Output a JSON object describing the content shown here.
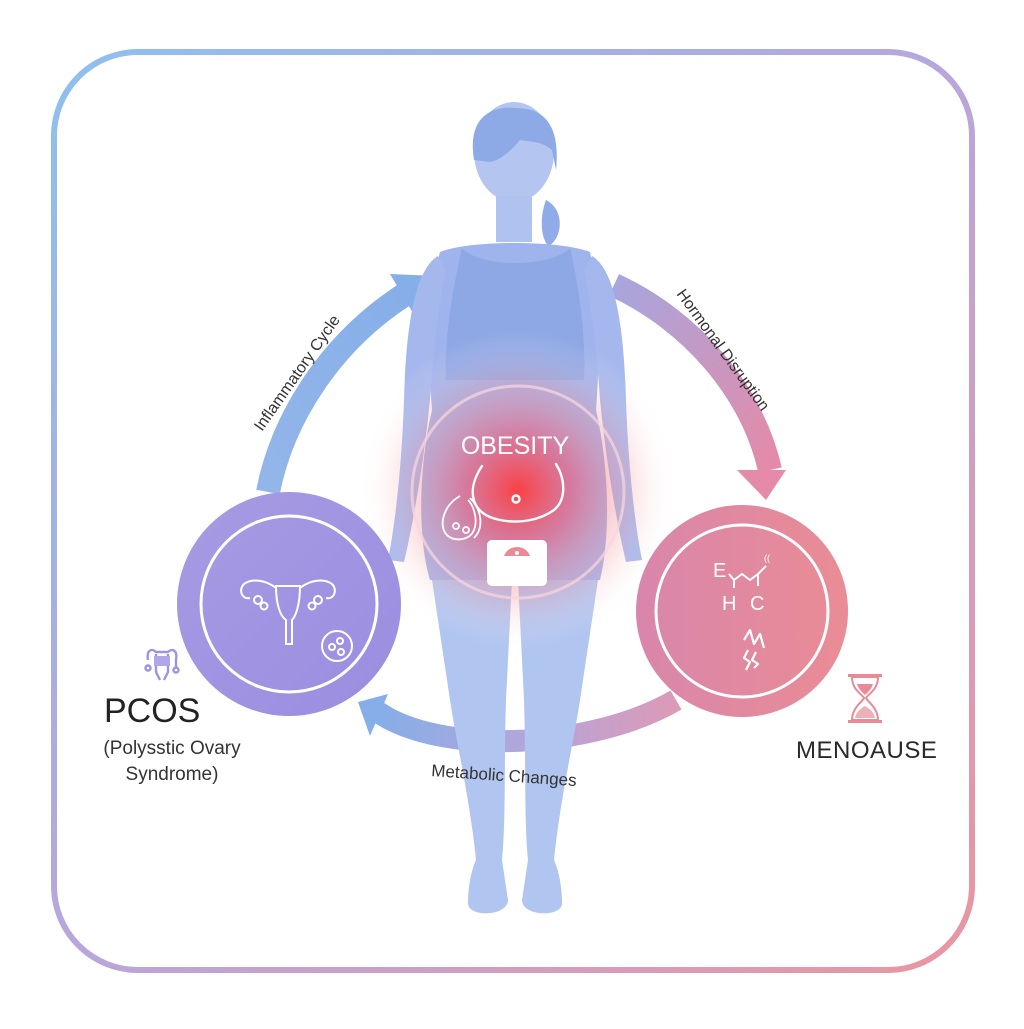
{
  "title": "Obesity, PCOS and Menopause Cycle",
  "center": {
    "label": "OBESITY",
    "icons": [
      "belly-icon",
      "fat-cells-icon",
      "weighing-scale-icon"
    ]
  },
  "nodes": [
    {
      "id": "pcos",
      "title": "PCOS",
      "subtitle_line1": "(Polysstic Ovary",
      "subtitle_line2": "Syndrome)",
      "icons": [
        "uterus-icon",
        "cyst-icon",
        "small-uterus-icon"
      ],
      "color": "#9b8fe0"
    },
    {
      "id": "menopause",
      "title": "MENOAUSE",
      "icons": [
        "hormone-molecule-icon",
        "hot-flash-icon",
        "hourglass-icon"
      ],
      "molecule_letters": [
        "E",
        "H",
        "C"
      ],
      "color": "#e48a9a"
    }
  ],
  "arrows": [
    {
      "label": "Inflammatory Cycle",
      "from": "pcos",
      "to": "obesity",
      "color_start": "#8fb4e8",
      "color_end": "#8fb4e8"
    },
    {
      "label": "Hormonal Disruption",
      "from": "obesity",
      "to": "menopause",
      "color_start": "#a9a3dc",
      "color_end": "#e08aa8"
    },
    {
      "label": "Metabolic Changes",
      "from": "menopause",
      "to": "pcos",
      "color_start": "#d993b4",
      "color_end": "#8fb4e8"
    }
  ],
  "colors": {
    "frame_start": "#8ec0ee",
    "frame_end": "#e99aa3",
    "figure": "#a9c2f0",
    "figure_dark": "#8aa9e6",
    "obesity_glow": "#ff4d4d"
  }
}
